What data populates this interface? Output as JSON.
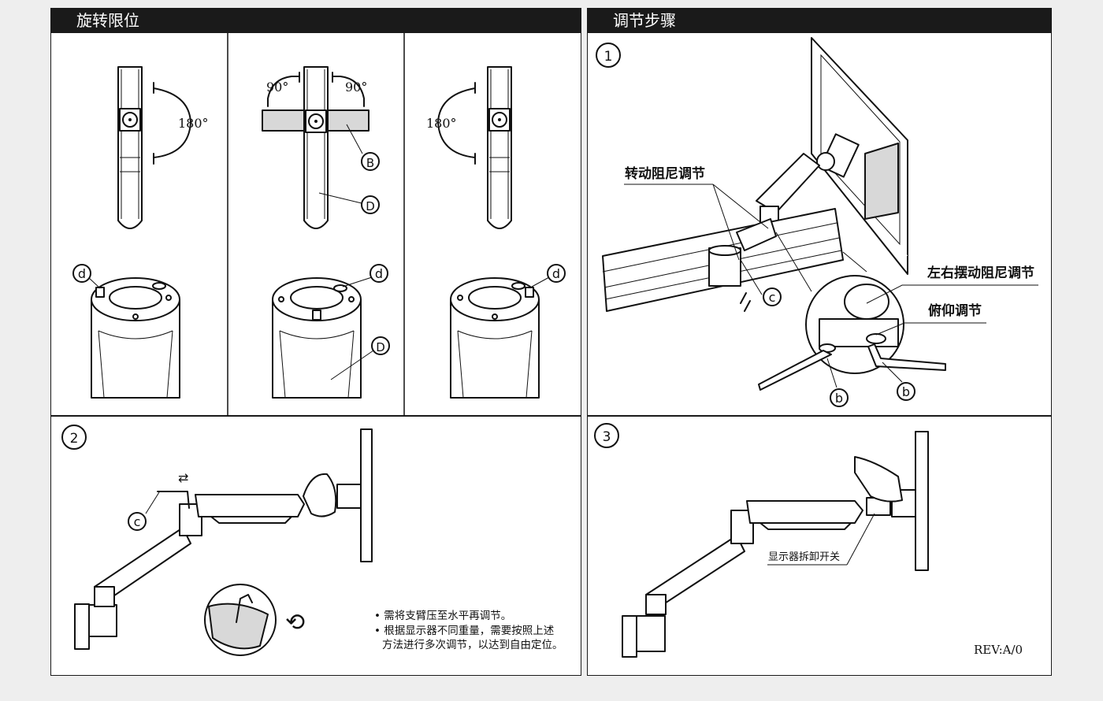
{
  "headers": {
    "left_title": "旋转限位",
    "right_title": "调节步骤"
  },
  "rotation": {
    "angle_180": "180°",
    "angle_90": "90°",
    "label_B": "B",
    "label_D": "D",
    "label_d": "d"
  },
  "steps": {
    "step1_number": "1",
    "step2_number": "2",
    "step3_number": "3",
    "label_c": "c",
    "label_b": "b",
    "rotation_damping": "转动阻尼调节",
    "swing_damping": "左右摆动阻尼调节",
    "tilt_adjust": "俯仰调节",
    "monitor_release": "显示器拆卸开关"
  },
  "notes": {
    "line1": "• 需将支臂压至水平再调节。",
    "line2": "• 根据显示器不同重量，需要按照上述",
    "line3": "方法进行多次调节，以达到自由定位。"
  },
  "footer": {
    "rev": "REV:A/0"
  }
}
